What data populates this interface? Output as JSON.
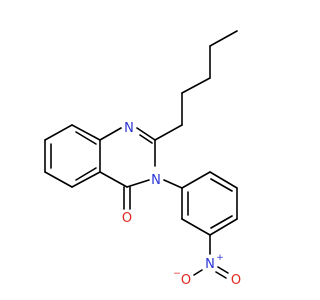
{
  "molecule": {
    "atoms": {
      "N1": {
        "symbol": "N",
        "color": "#2a34d6"
      },
      "N3": {
        "symbol": "N",
        "color": "#2a34d6"
      },
      "O4": {
        "symbol": "O",
        "color": "#e0261f"
      },
      "Nnitro": {
        "symbol": "N",
        "color": "#2a34d6",
        "charge": "+"
      },
      "Onitro1": {
        "symbol": "O",
        "color": "#e0261f",
        "charge": "−"
      },
      "Onitro2": {
        "symbol": "O",
        "color": "#e0261f"
      }
    },
    "bond_color": "#000000"
  }
}
